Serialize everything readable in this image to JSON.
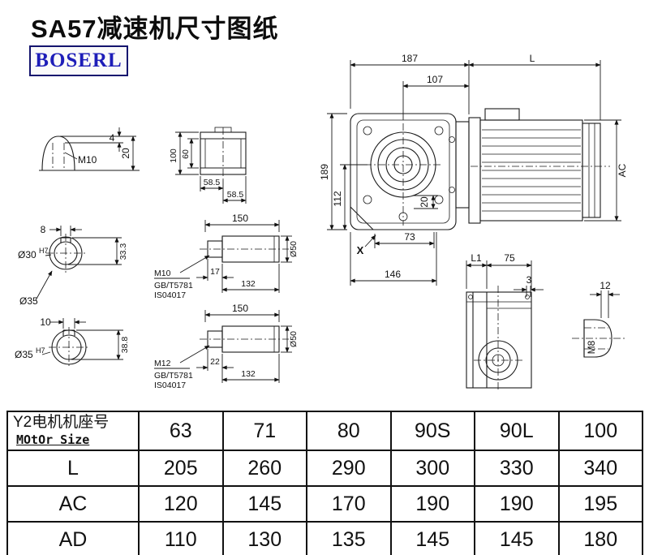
{
  "page": {
    "title": "SA57减速机尺寸图纸",
    "logo": "BOSERL"
  },
  "labels": {
    "t187": "187",
    "tL": "L",
    "t107": "107",
    "t189": "189",
    "t112": "112",
    "tAC": "AC",
    "t20_front": "20",
    "t73": "73",
    "t146": "146",
    "tX": "X",
    "tL1": "L1",
    "t75": "75",
    "t3": "3",
    "t12": "12",
    "tM8": "M8",
    "t4": "4",
    "t20_cone": "20",
    "tM10_cone": "M10",
    "t100": "100",
    "t60": "60",
    "t585_1": "58.5",
    "t585_2": "58.5",
    "t8": "8",
    "t_d30": "Ø30",
    "t_h7_1": "H7",
    "t333": "33.3",
    "t_d35_note": "Ø35",
    "t10": "10",
    "t_d35": "Ø35",
    "t_h7_2": "H7",
    "t388": "38.8",
    "s1_150": "150",
    "s1_M10": "M10",
    "s1_gb": "GB/T5781",
    "s1_iso": "IS04017",
    "s1_17": "17",
    "s1_132": "132",
    "s1_d50": "Ø50",
    "s2_150": "150",
    "s2_M12": "M12",
    "s2_gb": "GB/T5781",
    "s2_iso": "IS04017",
    "s2_22": "22",
    "s2_132": "132",
    "s2_d50": "Ø50"
  },
  "table": {
    "motor_row": {
      "label_line1": "Y2电机机座号",
      "label_line2": "MOtOr Size",
      "values": [
        "63",
        "71",
        "80",
        "90S",
        "90L",
        "100"
      ]
    },
    "rows": [
      {
        "label": "L",
        "values": [
          "205",
          "260",
          "290",
          "300",
          "330",
          "340"
        ]
      },
      {
        "label": "AC",
        "values": [
          "120",
          "145",
          "170",
          "190",
          "190",
          "195"
        ]
      },
      {
        "label": "AD",
        "values": [
          "110",
          "130",
          "135",
          "145",
          "145",
          "180"
        ]
      }
    ]
  }
}
